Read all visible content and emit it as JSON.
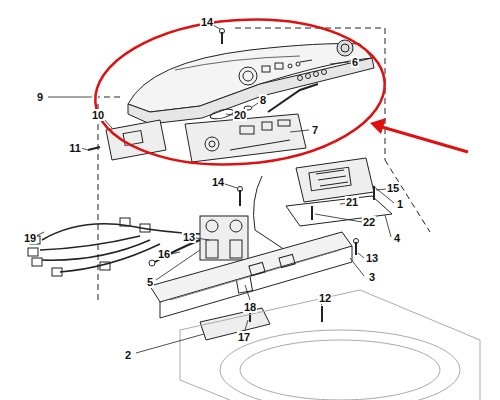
{
  "diagram": {
    "labels": [
      "14",
      "6",
      "9",
      "8",
      "20",
      "10",
      "7",
      "11",
      "14",
      "15",
      "1",
      "21",
      "22",
      "4",
      "13",
      "13",
      "3",
      "16",
      "5",
      "19",
      "18",
      "12",
      "2",
      "17"
    ]
  }
}
